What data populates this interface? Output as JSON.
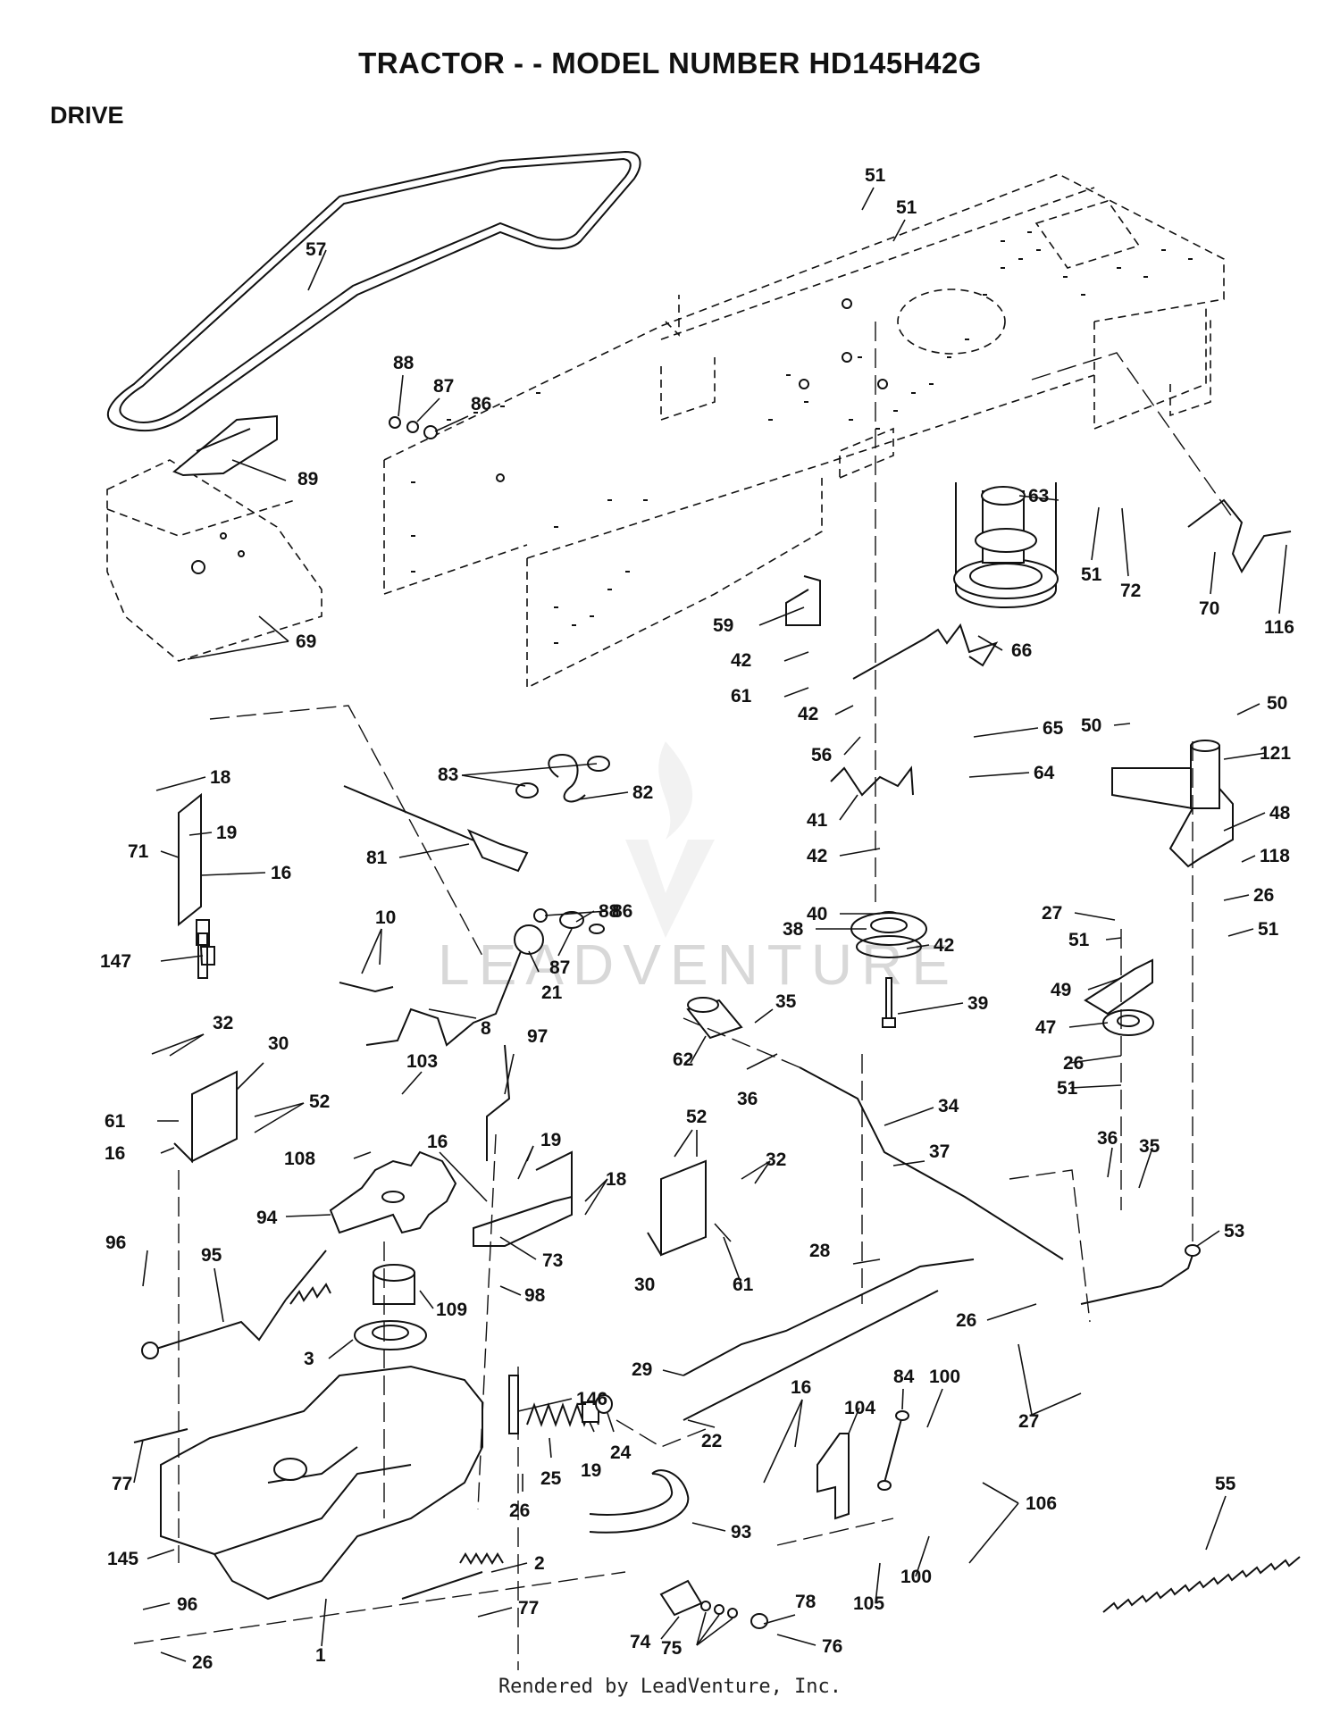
{
  "header": {
    "title": "TRACTOR - - MODEL NUMBER HD145H42G",
    "section": "DRIVE"
  },
  "footer": {
    "credit": "Rendered by LeadVenture, Inc."
  },
  "watermark": {
    "text": "LEADVENTURE"
  },
  "callouts": [
    {
      "id": "c57",
      "label": "57"
    },
    {
      "id": "c51a",
      "label": "51"
    },
    {
      "id": "c51b",
      "label": "51"
    },
    {
      "id": "c88a",
      "label": "88"
    },
    {
      "id": "c87a",
      "label": "87"
    },
    {
      "id": "c86a",
      "label": "86"
    },
    {
      "id": "c89",
      "label": "89"
    },
    {
      "id": "c63",
      "label": "63"
    },
    {
      "id": "c51c",
      "label": "51"
    },
    {
      "id": "c72",
      "label": "72"
    },
    {
      "id": "c70",
      "label": "70"
    },
    {
      "id": "c116",
      "label": "116"
    },
    {
      "id": "c69",
      "label": "69"
    },
    {
      "id": "c59",
      "label": "59"
    },
    {
      "id": "c66",
      "label": "66"
    },
    {
      "id": "c42a",
      "label": "42"
    },
    {
      "id": "c61a",
      "label": "61"
    },
    {
      "id": "c42b",
      "label": "42"
    },
    {
      "id": "c56",
      "label": "56"
    },
    {
      "id": "c65",
      "label": "65"
    },
    {
      "id": "c64",
      "label": "64"
    },
    {
      "id": "c50a",
      "label": "50"
    },
    {
      "id": "c50b",
      "label": "50"
    },
    {
      "id": "c121",
      "label": "121"
    },
    {
      "id": "c18a",
      "label": "18"
    },
    {
      "id": "c83",
      "label": "83"
    },
    {
      "id": "c82",
      "label": "82"
    },
    {
      "id": "c19a",
      "label": "19"
    },
    {
      "id": "c71",
      "label": "71"
    },
    {
      "id": "c16a",
      "label": "16"
    },
    {
      "id": "c81",
      "label": "81"
    },
    {
      "id": "c41",
      "label": "41"
    },
    {
      "id": "c42c",
      "label": "42"
    },
    {
      "id": "c48",
      "label": "48"
    },
    {
      "id": "c27a",
      "label": "27"
    },
    {
      "id": "c118",
      "label": "118"
    },
    {
      "id": "c86b",
      "label": "86"
    },
    {
      "id": "c40",
      "label": "40"
    },
    {
      "id": "c26a",
      "label": "26"
    },
    {
      "id": "c51d",
      "label": "51"
    },
    {
      "id": "c88b",
      "label": "88"
    },
    {
      "id": "c38",
      "label": "38"
    },
    {
      "id": "c42d",
      "label": "42"
    },
    {
      "id": "c10",
      "label": "10"
    },
    {
      "id": "c87b",
      "label": "87"
    },
    {
      "id": "c147",
      "label": "147"
    },
    {
      "id": "c51e",
      "label": "51"
    },
    {
      "id": "c21",
      "label": "21"
    },
    {
      "id": "c49",
      "label": "49"
    },
    {
      "id": "c39",
      "label": "39"
    },
    {
      "id": "c35a",
      "label": "35"
    },
    {
      "id": "c47",
      "label": "47"
    },
    {
      "id": "c32a",
      "label": "32"
    },
    {
      "id": "c30a",
      "label": "30"
    },
    {
      "id": "c8",
      "label": "8"
    },
    {
      "id": "c97",
      "label": "97"
    },
    {
      "id": "c62",
      "label": "62"
    },
    {
      "id": "c26b",
      "label": "26"
    },
    {
      "id": "c103",
      "label": "103"
    },
    {
      "id": "c36a",
      "label": "36"
    },
    {
      "id": "c51f",
      "label": "51"
    },
    {
      "id": "c61b",
      "label": "61"
    },
    {
      "id": "c52a",
      "label": "52"
    },
    {
      "id": "c34",
      "label": "34"
    },
    {
      "id": "c52b",
      "label": "52"
    },
    {
      "id": "c16b",
      "label": "16"
    },
    {
      "id": "c108",
      "label": "108"
    },
    {
      "id": "c16c",
      "label": "16"
    },
    {
      "id": "c19b",
      "label": "19"
    },
    {
      "id": "c37",
      "label": "37"
    },
    {
      "id": "c36b",
      "label": "36"
    },
    {
      "id": "c35b",
      "label": "35"
    },
    {
      "id": "c32b",
      "label": "32"
    },
    {
      "id": "c18b",
      "label": "18"
    },
    {
      "id": "c94",
      "label": "94"
    },
    {
      "id": "c53",
      "label": "53"
    },
    {
      "id": "c96a",
      "label": "96"
    },
    {
      "id": "c73",
      "label": "73"
    },
    {
      "id": "c30b",
      "label": "30"
    },
    {
      "id": "c61c",
      "label": "61"
    },
    {
      "id": "c28",
      "label": "28"
    },
    {
      "id": "c95",
      "label": "95"
    },
    {
      "id": "c109",
      "label": "109"
    },
    {
      "id": "c98",
      "label": "98"
    },
    {
      "id": "c26c",
      "label": "26"
    },
    {
      "id": "c3",
      "label": "3"
    },
    {
      "id": "c29",
      "label": "29"
    },
    {
      "id": "c84",
      "label": "84"
    },
    {
      "id": "c100a",
      "label": "100"
    },
    {
      "id": "c146",
      "label": "146"
    },
    {
      "id": "c16d",
      "label": "16"
    },
    {
      "id": "c104",
      "label": "104"
    },
    {
      "id": "c27b",
      "label": "27"
    },
    {
      "id": "c77a",
      "label": "77"
    },
    {
      "id": "c19c",
      "label": "19"
    },
    {
      "id": "c24",
      "label": "24"
    },
    {
      "id": "c22",
      "label": "22"
    },
    {
      "id": "c55",
      "label": "55"
    },
    {
      "id": "c25",
      "label": "25"
    },
    {
      "id": "c26d",
      "label": "26"
    },
    {
      "id": "c93",
      "label": "93"
    },
    {
      "id": "c106",
      "label": "106"
    },
    {
      "id": "c145",
      "label": "145"
    },
    {
      "id": "c2",
      "label": "2"
    },
    {
      "id": "c105",
      "label": "105"
    },
    {
      "id": "c100b",
      "label": "100"
    },
    {
      "id": "c96b",
      "label": "96"
    },
    {
      "id": "c77b",
      "label": "77"
    },
    {
      "id": "c78",
      "label": "78"
    },
    {
      "id": "c74",
      "label": "74"
    },
    {
      "id": "c76",
      "label": "76"
    },
    {
      "id": "c75",
      "label": "75"
    },
    {
      "id": "c26e",
      "label": "26"
    },
    {
      "id": "c1",
      "label": "1"
    }
  ]
}
